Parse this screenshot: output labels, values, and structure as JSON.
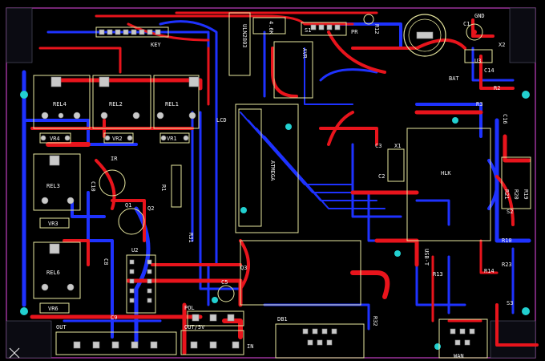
{
  "colors": {
    "background": "#000000",
    "top_copper": "#e8141c",
    "bottom_copper": "#1e32ff",
    "silkscreen": "#e8e8a0",
    "pad": "#c9c9c9",
    "mount_hole": "#22d0d0",
    "board_edge": "#c040c0"
  },
  "labels": {
    "key": "KEY",
    "uln": "ULN2803",
    "ph": "4.6K",
    "avr": "AVR",
    "s1": "S1",
    "pr": "PR",
    "r12": "R12",
    "gnd": "GND",
    "c1": "C1",
    "x2": "X2",
    "u3": "U3",
    "c14": "C14",
    "bat": "BAT",
    "r2": "R2",
    "r3": "R3",
    "rel4": "REL4",
    "rel2": "REL2",
    "rel1": "REL1",
    "rel3": "REL3",
    "rel6": "REL6",
    "vr4": "VR4",
    "vr2": "VR2",
    "vr1": "VR1",
    "vr3": "VR3",
    "vr6": "VR6",
    "lcd": "LCD",
    "ir": "IR",
    "c10": "C10",
    "q1": "Q1",
    "q2": "Q2",
    "r1": "R1",
    "r31": "R31",
    "u2": "U2",
    "c8": "C8",
    "c9": "C9",
    "c2": "C2",
    "c3": "C3",
    "x1": "X1",
    "hlk": "HLK",
    "c16": "C16",
    "r21": "R21",
    "r20": "R20",
    "r19": "R19",
    "s2": "S2",
    "r10": "R10",
    "r23": "R23",
    "r14": "R14",
    "s3": "S3",
    "r13": "R13",
    "usb": "USB-T",
    "atm": "ATMEGA",
    "r32": "R32",
    "db1": "DB1",
    "wan": "WAN",
    "out": "OUT",
    "out5v": "OUT/5V",
    "in": "IN",
    "pol": "POL",
    "c5": "C5",
    "q3": "Q3"
  }
}
